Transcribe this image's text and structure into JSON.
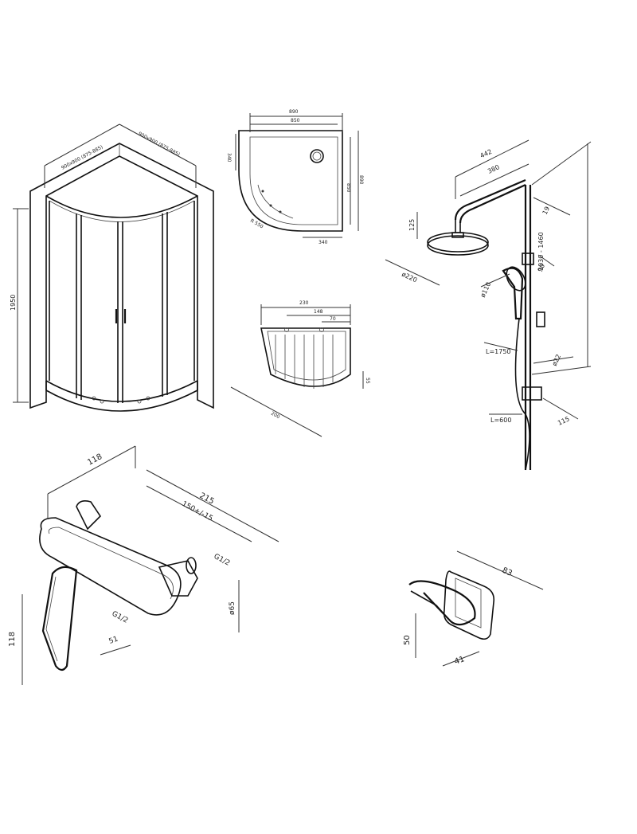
{
  "enclosure": {
    "width_label": "900x900 (875-885)",
    "depth_label": "900x900 (875-885)",
    "height_label": "1950"
  },
  "tray": {
    "w_outer": "890",
    "w_inner": "850",
    "h_inner": "850",
    "h_outer": "890",
    "corner": "340",
    "bottom": "340",
    "radius": "R 550"
  },
  "basket": {
    "w": "230",
    "w2": "148",
    "w3": "70",
    "d": "200",
    "h": "55"
  },
  "shower": {
    "arm": "442",
    "arm2": "380",
    "top": "125",
    "head": "ø220",
    "bar": "19",
    "hand": "ø110",
    "slide": "90",
    "rail": "1030 - 1460",
    "hose": "L=1750",
    "pipe": "ø22",
    "bottom": "115",
    "hose2": "L=600"
  },
  "mixer": {
    "depth": "118",
    "width": "215",
    "centers": "150+/-15",
    "thread1": "G1/2",
    "thread2": "G1/2",
    "diam": "ø65",
    "offset": "51",
    "height": "118"
  },
  "hook": {
    "width": "83",
    "height": "50",
    "depth": "41"
  }
}
